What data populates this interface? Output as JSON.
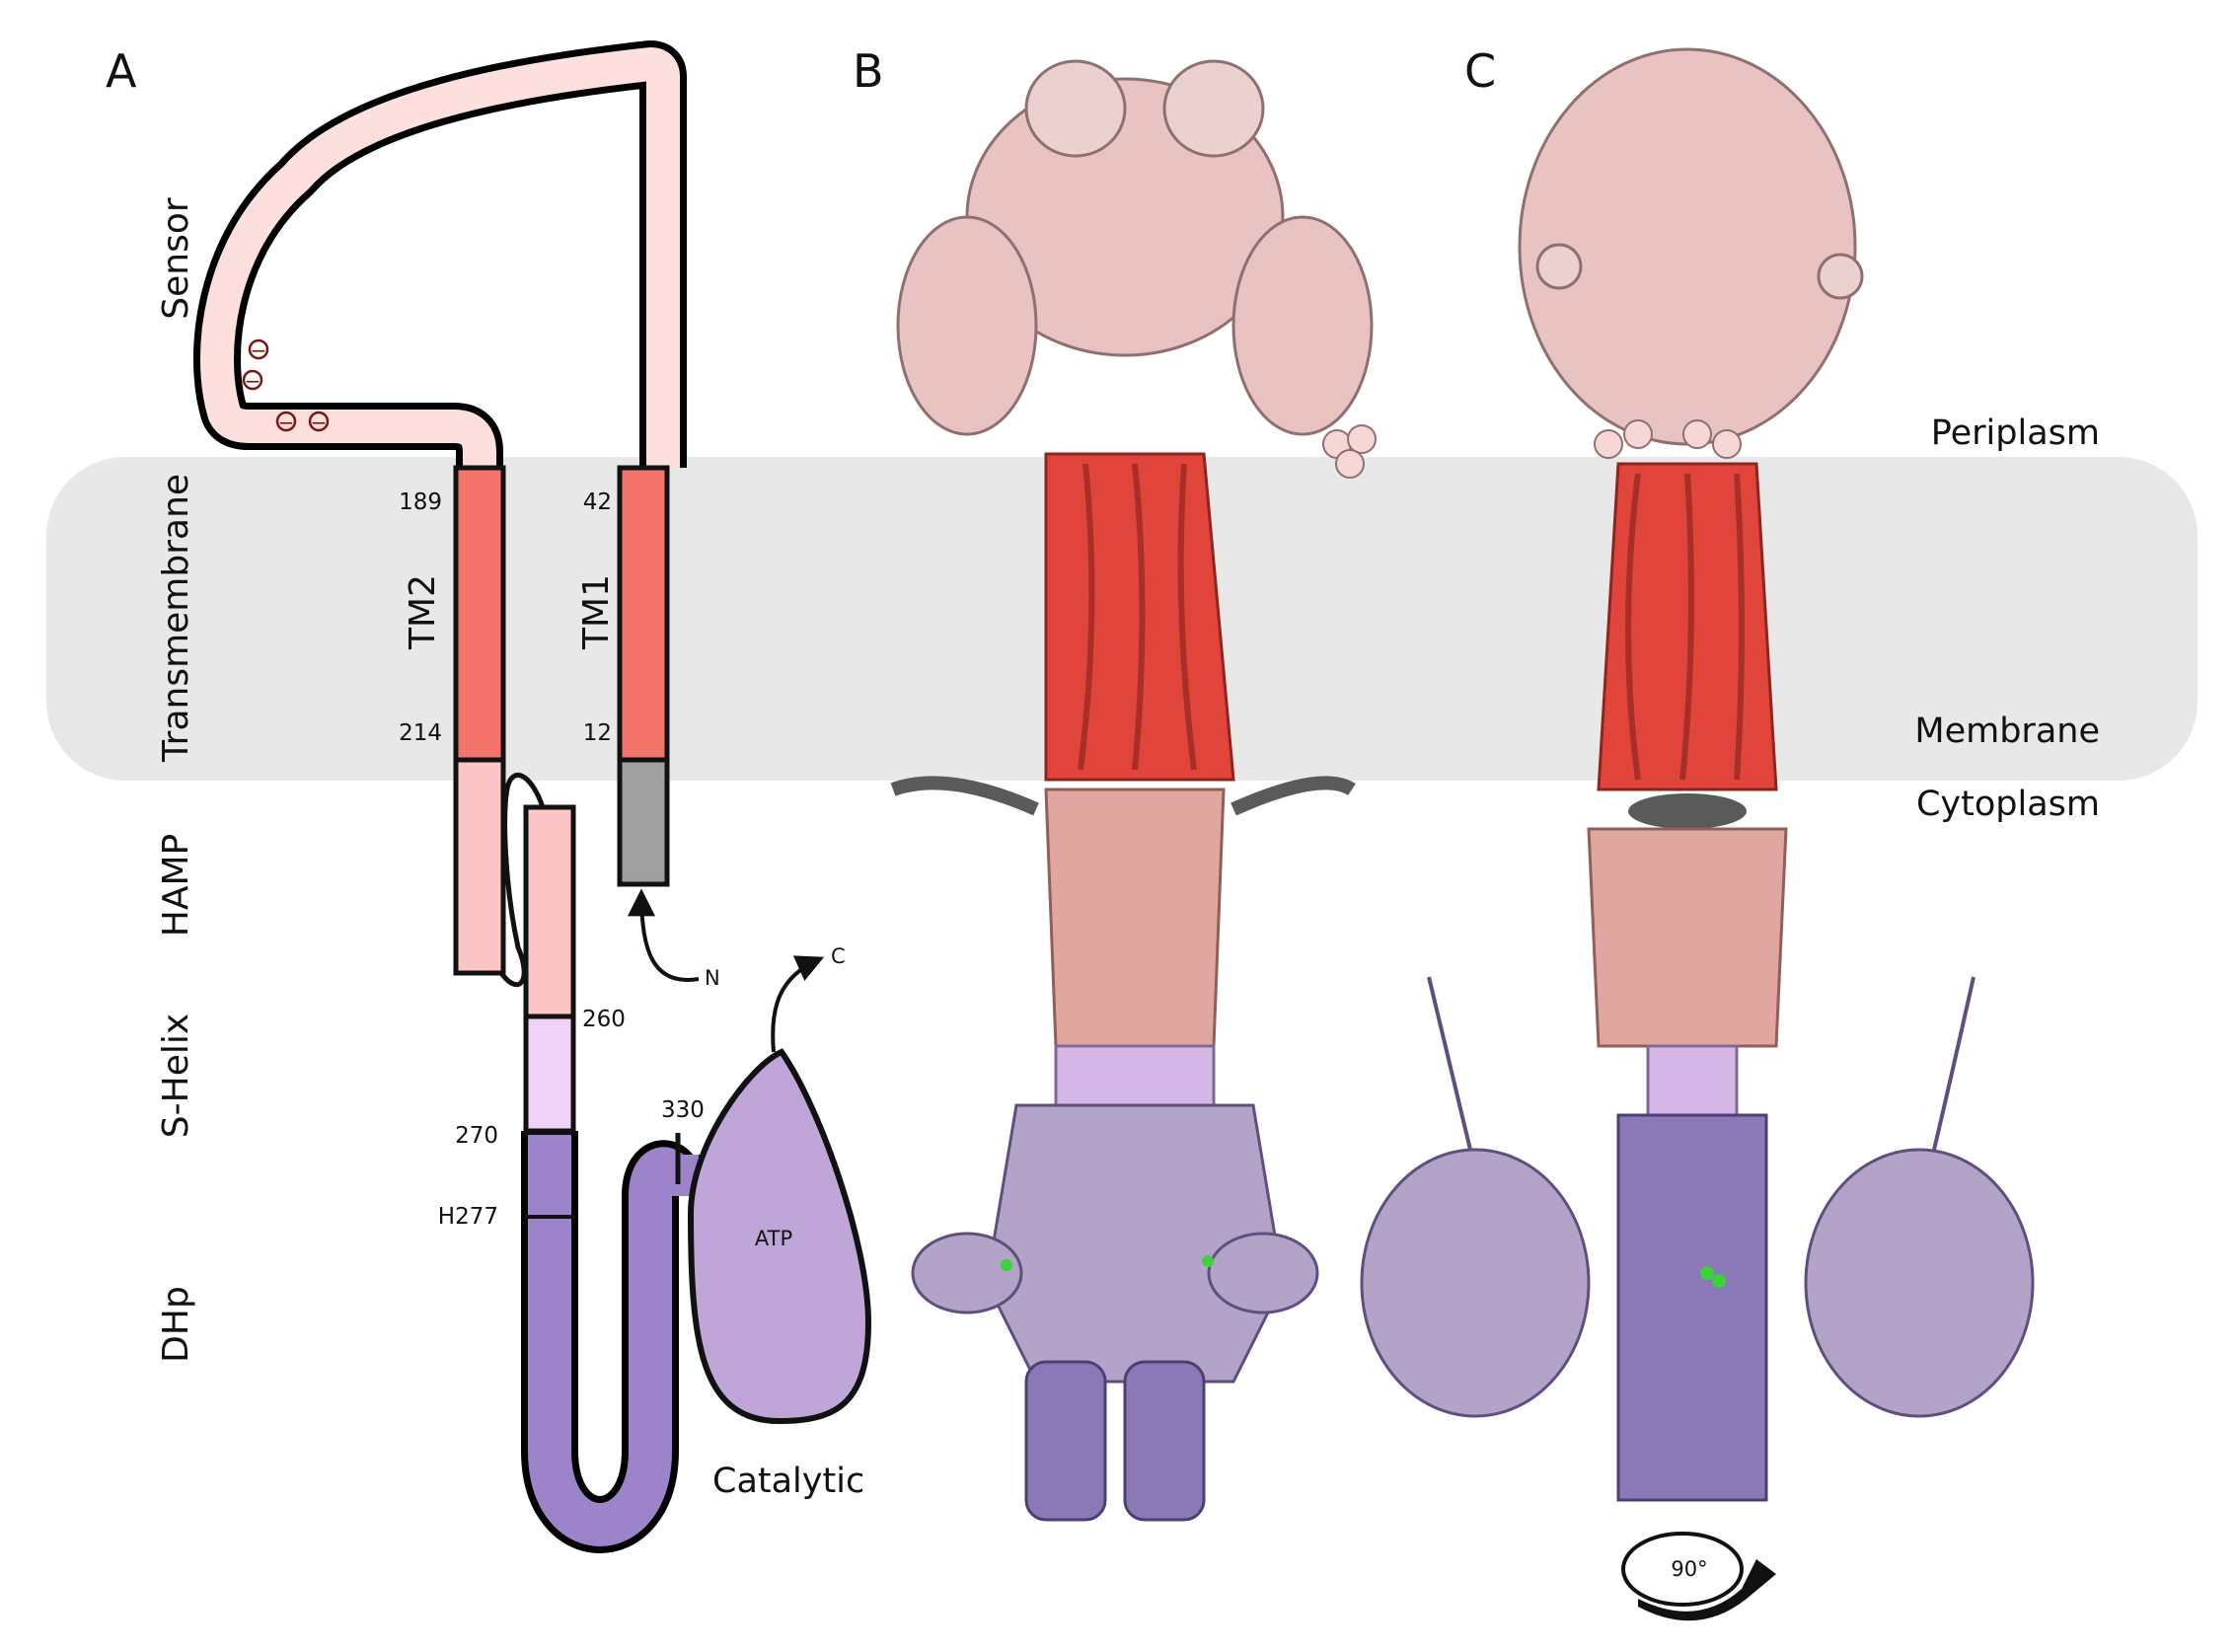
{
  "panels": {
    "a": "A",
    "b": "B",
    "c": "C"
  },
  "domain_labels": {
    "sensor": "Sensor",
    "transmembrane": "Transmembrane",
    "hamp": "HAMP",
    "s_helix": "S-Helix",
    "dhp": "DHp"
  },
  "helix_labels": {
    "tm2": "TM2",
    "tm1": "TM1"
  },
  "residue_numbers": {
    "r189": "189",
    "r214": "214",
    "r42": "42",
    "r12": "12",
    "r260": "260",
    "r270": "270",
    "r277": "H277",
    "r330": "330"
  },
  "termini": {
    "n": "N",
    "c": "C"
  },
  "catalytic": {
    "atp": "ATP",
    "label": "Catalytic"
  },
  "compartments": {
    "periplasm": "Periplasm",
    "membrane": "Membrane",
    "cytoplasm": "Cytoplasm"
  },
  "rotation": "90°",
  "charge_symbol": "−",
  "colors": {
    "sensor": "#fde0dd",
    "transmembrane": "#f4736b",
    "hamp": "#fcc5c5",
    "s_helix": "#f2d3f8",
    "dhp": "#9d83c9",
    "catalytic": "#c0a6d8",
    "n_terminal": "#a0a0a0",
    "membrane_band": "#e8e8e8",
    "structure_sensor": "#e8c3c2",
    "structure_tm": "#e0443a",
    "structure_hamp": "#e2a6a0",
    "structure_dhp": "#8b78b7",
    "structure_catalytic": "#b4a3c9"
  }
}
